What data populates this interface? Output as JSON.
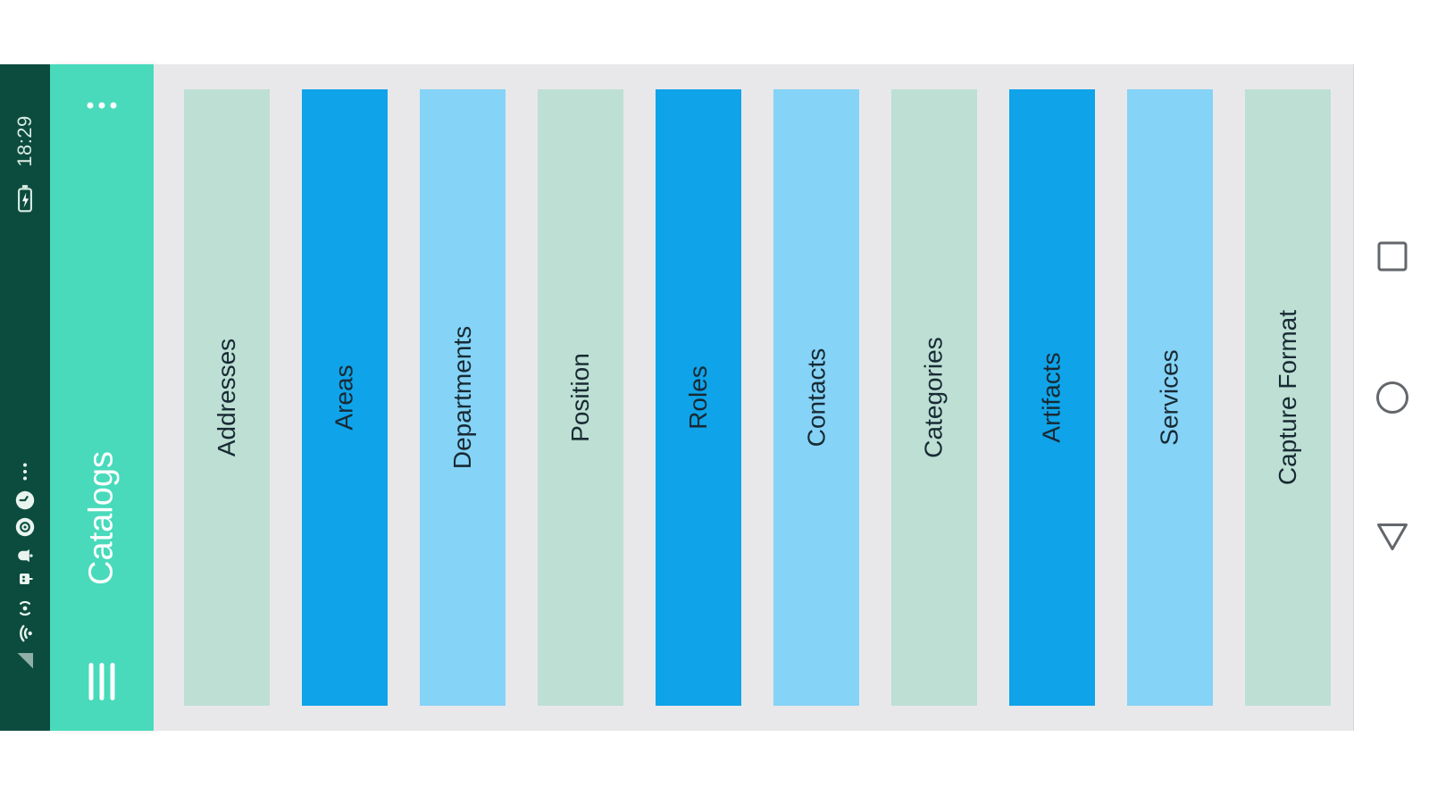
{
  "status_bar": {
    "time": "18:29",
    "icons": [
      "battery-charging-icon",
      "status-more-icon",
      "notification-clock-icon",
      "notification-app-icon",
      "bell-icon",
      "usb-plug-icon",
      "hotspot-icon",
      "wifi-icon",
      "cellular-signal-icon"
    ]
  },
  "app_bar": {
    "title": "Catalogs",
    "menu_icon": "hamburger-menu-icon",
    "overflow_icon": "overflow-menu-icon"
  },
  "list": {
    "items": [
      {
        "label": "Addresses",
        "color": "teal_light"
      },
      {
        "label": "Areas",
        "color": "blue_bright"
      },
      {
        "label": "Departments",
        "color": "blue_light"
      },
      {
        "label": "Position",
        "color": "teal_light"
      },
      {
        "label": "Roles",
        "color": "blue_bright"
      },
      {
        "label": "Contacts",
        "color": "blue_light"
      },
      {
        "label": "Categories",
        "color": "teal_light"
      },
      {
        "label": "Artifacts",
        "color": "blue_bright"
      },
      {
        "label": "Services",
        "color": "blue_light"
      },
      {
        "label": "Capture Format",
        "color": "teal_light"
      }
    ]
  },
  "nav_bar": {
    "buttons": [
      "recents",
      "home",
      "back"
    ]
  },
  "colors": {
    "status_bar_bg": "#0C4C3E",
    "app_bar_bg": "#48DABB",
    "content_bg": "#E8E8EA",
    "teal_light": "#BDDFD4",
    "blue_bright": "#0FA3E9",
    "blue_light": "#85D3F7",
    "label_text": "#182A33",
    "title_text": "#FFFFFF",
    "nav_icon": "#63676C",
    "status_icon": "#E9F4EF"
  }
}
